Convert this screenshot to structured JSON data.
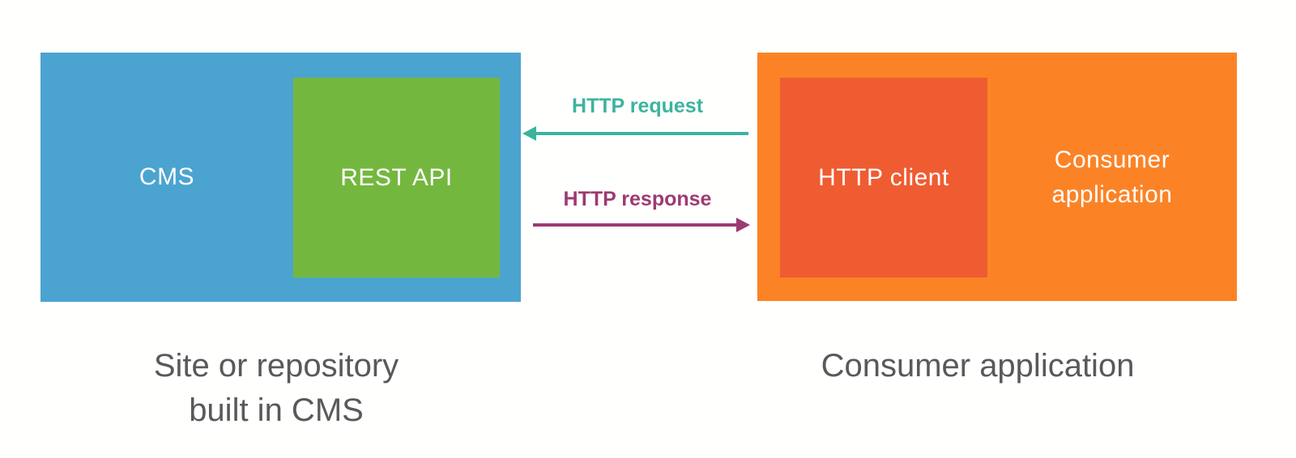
{
  "colors": {
    "background": "#fffffe",
    "cms_blue": "#4ba4cf",
    "rest_api_green": "#74b73f",
    "consumer_orange": "#fb8326",
    "http_client_red": "#ef5c32",
    "request_teal": "#3cb49e",
    "response_purple": "#9d3a72",
    "caption_gray": "#58595b",
    "box_text_white": "#ffffff"
  },
  "diagram": {
    "cms_system": {
      "box_label": "CMS",
      "rest_api_label": "REST API",
      "caption_line1": "Site or repository",
      "caption_line2": "built in CMS"
    },
    "arrows": {
      "request_label": "HTTP request",
      "response_label": "HTTP response"
    },
    "consumer_system": {
      "http_client_label": "HTTP client",
      "box_label_line1": "Consumer",
      "box_label_line2": "application",
      "caption": "Consumer application"
    }
  }
}
